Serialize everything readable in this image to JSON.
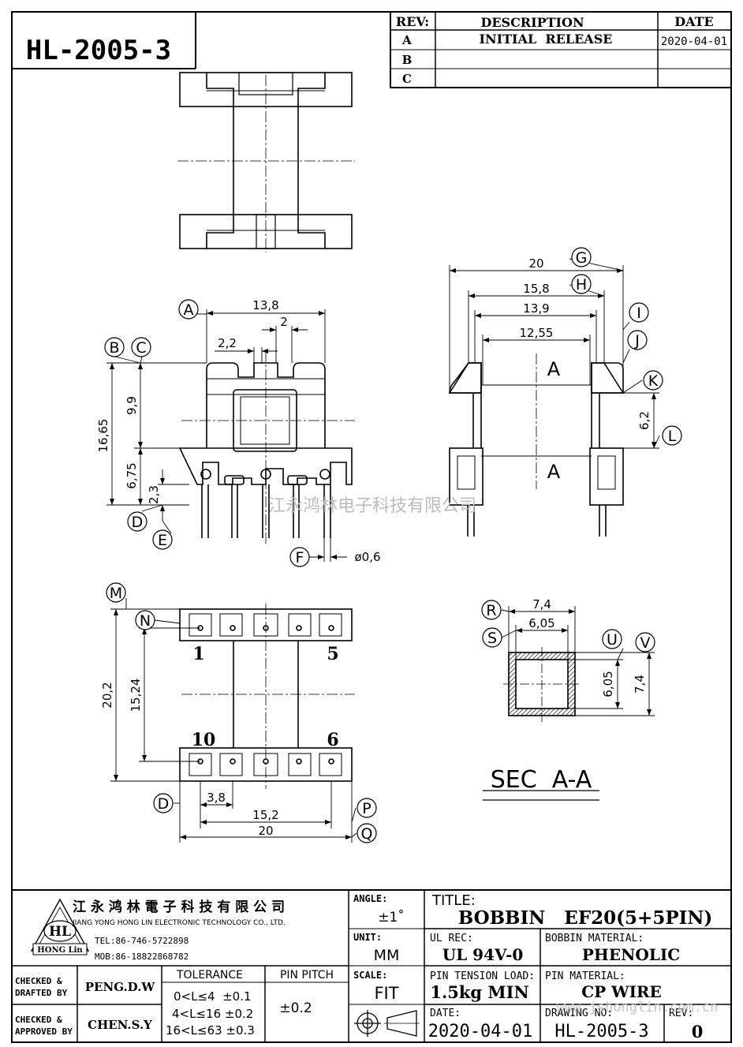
{
  "part_number": "HL-2005-3",
  "revision_table": {
    "headers": {
      "rev": "REV:",
      "description": "DESCRIPTION",
      "date": "DATE"
    },
    "rows": [
      {
        "rev": "A",
        "description": "INITIAL  RELEASE",
        "date": "2020-04-01"
      },
      {
        "rev": "B",
        "description": "",
        "date": ""
      },
      {
        "rev": "C",
        "description": "",
        "date": ""
      }
    ]
  },
  "dimensions": {
    "front": {
      "width": "13,8",
      "slot": "2",
      "gap": "2,2",
      "total_height": "16,65",
      "upper": "9,9",
      "lower": "6,75",
      "pin_len": "2,3",
      "pin_dia": "ø0,6"
    },
    "side": {
      "outer": "20",
      "d1": "15,8",
      "d2": "13,9",
      "d3": "12,55",
      "height": "6,2",
      "section": "A"
    },
    "bottom": {
      "height": "20,2",
      "pin_row": "15,24",
      "pitch": "3,8",
      "span": "15,2",
      "width": "20"
    },
    "section": {
      "outer": "7,4",
      "inner": "6,05",
      "inner_v": "6,05",
      "outer_v": "7,4",
      "title": "SEC  A-A"
    }
  },
  "balloons": [
    "A",
    "B",
    "C",
    "D",
    "E",
    "F",
    "G",
    "H",
    "I",
    "J",
    "K",
    "L",
    "M",
    "N",
    "D",
    "P",
    "Q",
    "R",
    "S",
    "U",
    "V"
  ],
  "pin_labels": {
    "p1": "1",
    "p5": "5",
    "p10": "10",
    "p6": "6"
  },
  "watermark": "江永鸿林电子科技有限公司",
  "title_block": {
    "company_cn": "江 永 鸿 林 電 子 科 技 有 限 公 司",
    "company_en": "JIANG YONG HONG LIN ELECTRONIC TECHNOLOGY CO., LTD.",
    "logo_text": "HL",
    "logo_sub": "HONG Lin",
    "tel": "TEL:86-746-5722898",
    "mob": "MOB:86-18822868782",
    "checked_drafted_label": "CHECKED & DRAFTED BY",
    "checked_drafted": "PENG.D.W",
    "checked_approved_label": "CHECKED & APPROVED BY",
    "checked_approved": "CHEN.S.Y",
    "tolerance_label": "TOLERANCE",
    "tolerances": [
      "0<L≤4  ±0.1",
      "4<L≤16 ±0.2",
      "16<L≤63 ±0.3"
    ],
    "pin_pitch_label": "PIN PITCH",
    "pin_pitch": "±0.2",
    "angle_label": "ANGLE:",
    "angle": "±1˚",
    "unit_label": "UNIT:",
    "unit": "MM",
    "scale_label": "SCALE:",
    "scale": "FIT",
    "title_label": "TITLE:",
    "title": "BOBBIN   EF20(5+5PIN)",
    "ul_rec_label": "UL REC:",
    "ul_rec": "UL 94V-0",
    "bobbin_material_label": "BOBBIN MATERIAL:",
    "bobbin_material": "PHENOLIC",
    "pin_tension_label": "PIN TENSION LOAD:",
    "pin_tension": "1.5kg MIN",
    "pin_material_label": "PIN MATERIAL:",
    "pin_material": "CP WIRE",
    "date_label": "DATE:",
    "date": "2020-04-01",
    "drawing_no_label": "DRAWING NO:",
    "drawing_no": "HL-2005-3",
    "rev_label": "REV:",
    "rev": "0",
    "website": "www.jshonglin.com.cn"
  }
}
